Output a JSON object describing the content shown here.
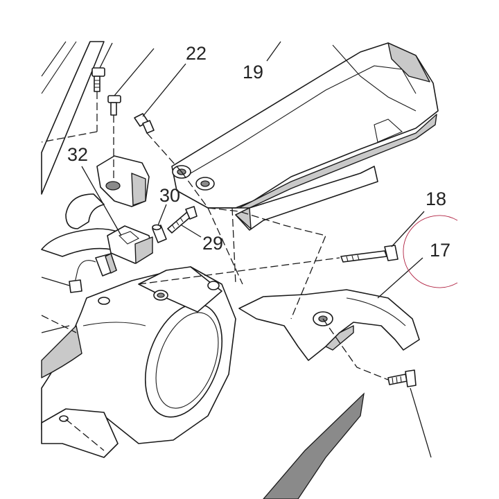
{
  "callouts": {
    "c17": "17",
    "c18": "18",
    "c19": "19",
    "c22": "22",
    "c29": "29",
    "c30": "30",
    "c32": "32"
  },
  "colors": {
    "line": "#1a1a1a",
    "shade": "#c9c9c9",
    "highlight_ring": "#b02040"
  }
}
